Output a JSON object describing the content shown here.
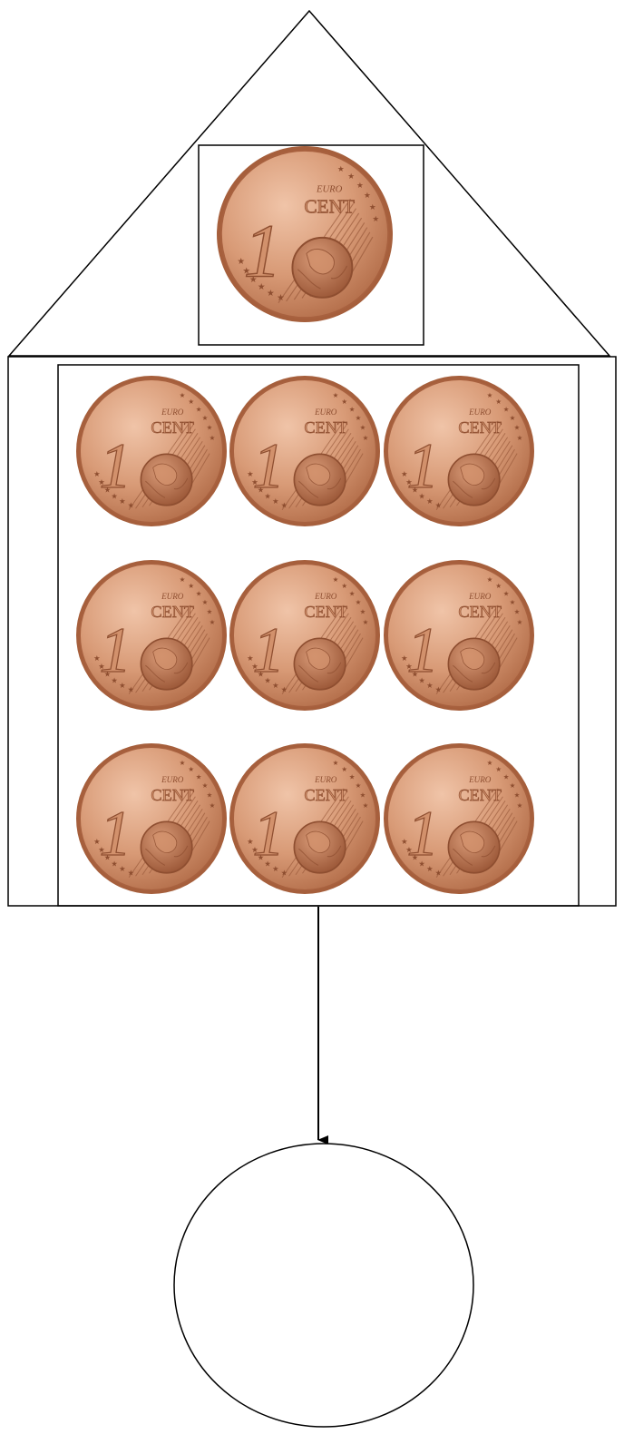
{
  "coin": {
    "value_label": "1",
    "currency_label": "EURO",
    "unit_label": "CENT",
    "colors": {
      "rim": "#a65f3c",
      "face_light": "#e9b79a",
      "face_mid": "#d2916c",
      "face_dark": "#a8613f",
      "emboss": "#8e4e30"
    }
  },
  "roof_coin_count": 1,
  "grid": {
    "rows": 3,
    "columns": 3
  },
  "answer_circle": {
    "value": ""
  }
}
